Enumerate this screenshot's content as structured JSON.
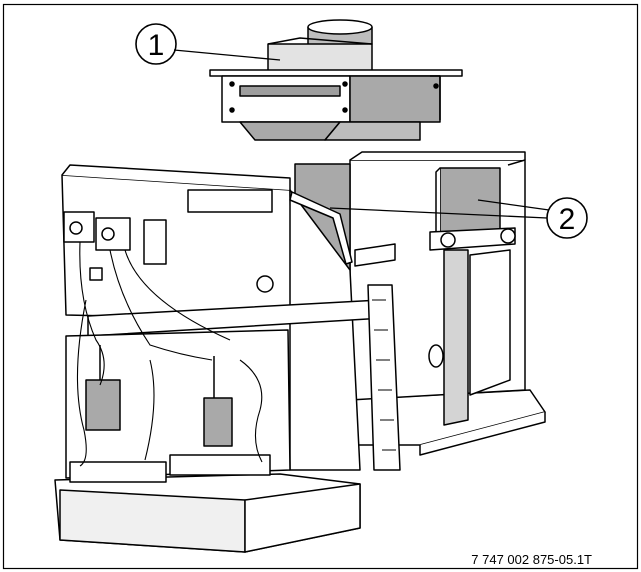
{
  "callouts": [
    {
      "label": "1",
      "part": "draft-hood"
    },
    {
      "label": "2",
      "part": "side-panels"
    }
  ],
  "figure_code": "7 747 002 875-05.1T",
  "colors": {
    "outline": "#000000",
    "fill_white": "#ffffff",
    "fill_grey": "#a9a9a9",
    "fill_light_grey": "#d4d4d4"
  }
}
